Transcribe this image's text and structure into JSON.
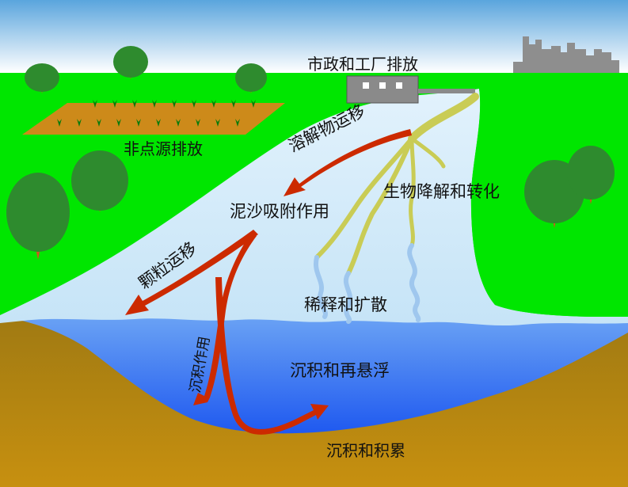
{
  "labels": {
    "municipal_industrial_discharge": "市政和工厂排放",
    "nonpoint_source_discharge": "非点源排放",
    "dissolved_transport": "溶解物运移",
    "biodegradation_transformation": "生物降解和转化",
    "sediment_adsorption": "泥沙吸附作用",
    "particle_transport": "颗粒运移",
    "dilution_diffusion": "稀释和扩散",
    "sedimentation": "沉积作用",
    "sedimentation_resuspension": "沉积和再悬浮",
    "deposition_accumulation": "沉积和积累"
  },
  "colors": {
    "sky_top": "#5aa5dd",
    "sky_bottom": "#ffffff",
    "grass": "#00e600",
    "river_surface": "#cde8f8",
    "river_deep": "#1f59f0",
    "riverbed": "#b8860b",
    "arrow": "#cc2a00",
    "discharge_plume": "#c9cc55",
    "diffusion_plume": "#9fc7ee",
    "factory": "#8a8a8a",
    "skyline": "#8e8e8e",
    "tree": "#2e8b2e",
    "trunk": "#cc5522",
    "field": "#cd8a1a",
    "crops": "#0a7a0a"
  }
}
